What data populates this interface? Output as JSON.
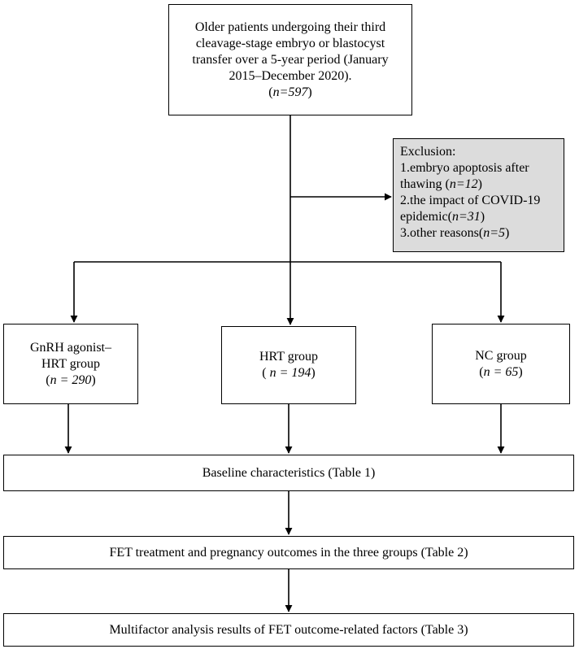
{
  "top": {
    "lines": [
      "Older patients undergoing their third",
      "cleavage-stage embryo or blastocyst",
      "transfer over a 5-year period (January",
      "2015–December 2020)."
    ],
    "n_open": "(",
    "n_text": "n=597",
    "n_close": ")"
  },
  "exclusion": {
    "title": "Exclusion:",
    "item1_a": "1.embryo apoptosis after",
    "item1_b": "thawing (",
    "item1_n": "n=12",
    "item1_c": ")",
    "item2_a": "2.the impact of COVID-19",
    "item2_b": "epidemic(",
    "item2_n": "n=31",
    "item2_c": ")",
    "item3_a": "3.other reasons(",
    "item3_n": "n=5",
    "item3_c": ")"
  },
  "groups": {
    "gnrh": {
      "line1": "GnRH agonist–",
      "line2": "HRT group",
      "pre": "(",
      "n": "n = 290",
      "post": ")"
    },
    "hrt": {
      "line1": "HRT group",
      "pre": "( ",
      "n": "n = 194",
      "post": ")"
    },
    "nc": {
      "line1": "NC group",
      "pre": "(",
      "n": "n = 65",
      "post": ")"
    }
  },
  "baseline": "Baseline characteristics (Table 1)",
  "fet": "FET treatment and pregnancy outcomes in the three groups (Table 2)",
  "multifactor": "Multifactor analysis results of FET outcome-related factors (Table 3)"
}
